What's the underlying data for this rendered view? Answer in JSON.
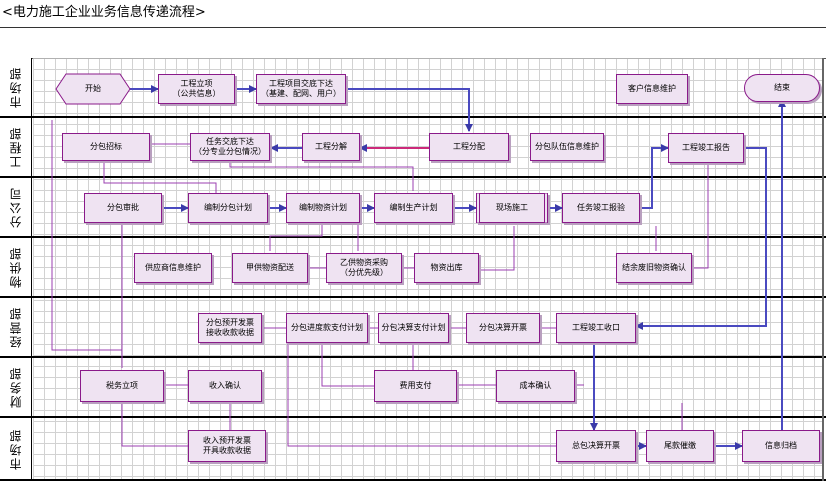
{
  "title": "<电力施工企业业务信息传递流程>",
  "lanes": [
    "市场部",
    "工程部",
    "分公司",
    "物供部",
    "经营部",
    "财务部",
    "市场部"
  ],
  "nodes": {
    "start": "开始",
    "project_setup": "工程立项\n（公共信息）",
    "handover": "工程项目交底下达\n（基建、配网、用户）",
    "customer_info": "客户信息维护",
    "end": "结束",
    "sub_bid": "分包招标",
    "task_issue": "任务交底下达\n（分专业分包情况）",
    "decompose": "工程分解",
    "allocate": "工程分配",
    "sub_team_info": "分包队伍信息维护",
    "completion_report": "工程竣工报告",
    "sub_approve": "分包审批",
    "sub_plan": "编制分包计划",
    "material_plan": "编制物资计划",
    "production_plan": "编制生产计划",
    "site_work": "现场施工",
    "completion_acceptance": "任务竣工报验",
    "supplier_info": "供应商信息维护",
    "a_supply": "甲供物资配送",
    "b_purchase": "乙供物资采购\n（分优先级）",
    "material_out": "物资出库",
    "surplus_confirm": "结余废旧物资确认",
    "sub_prebill": "分包预开发票\n接收收款收据",
    "sub_progress_pay": "分包进度款支付计划",
    "sub_settle_pay": "分包决算支付计划",
    "sub_settle_bill": "分包决算开票",
    "completion_close": "工程竣工收口",
    "tax_setup": "税务立项",
    "income_confirm": "收入确认",
    "expense_pay": "费用支付",
    "cost_confirm": "成本确认",
    "income_prebill": "收入预开发票\n开具收款收据",
    "total_settle_bill": "总包决算开票",
    "final_payment": "尾款催缴",
    "info_archive": "信息归档"
  }
}
